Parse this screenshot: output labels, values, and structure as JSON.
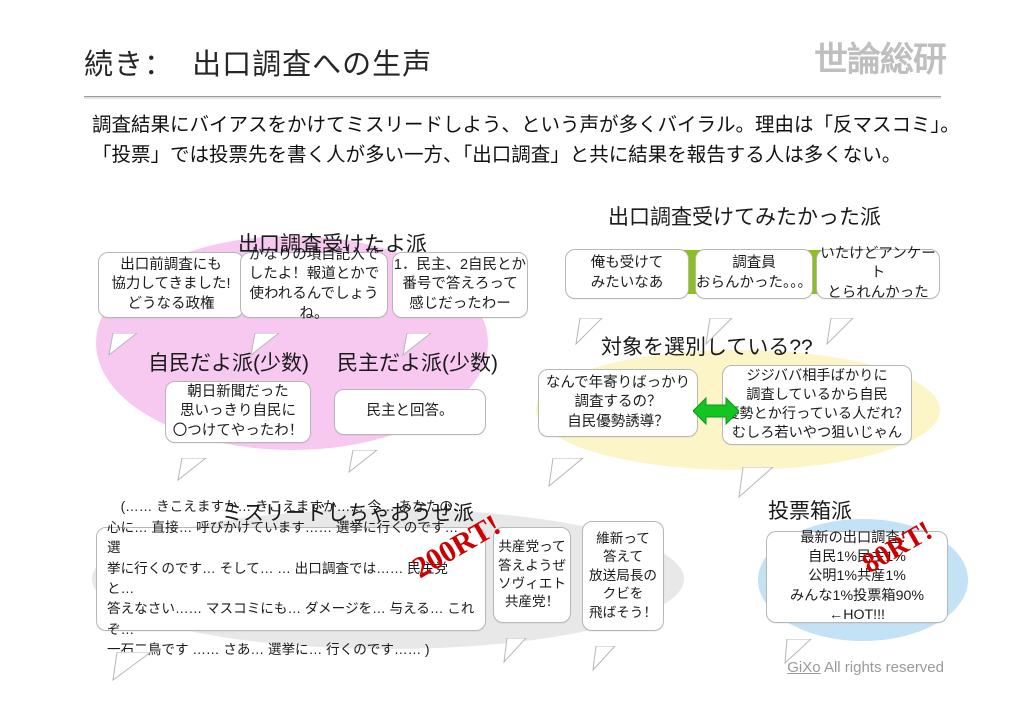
{
  "header": {
    "title": "続き：  出口調査への生声",
    "logo": "世論総研",
    "lede": "調査結果にバイアスをかけてミスリードしよう、という声が多くバイラル。理由は「反マスコミ」。\n「投票」では投票先を書く人が多い一方、「出口調査」と共に結果を報告する人は多くない。"
  },
  "groups": {
    "exit_taken": {
      "heading": "出口調査受けたよ派",
      "bubbles": [
        "出口前調査にも\n協力してきました!\nどうなる政権",
        "かなりの項目記入で\nしたよ！報道とかで\n使われるんでしょうね。",
        "1．民主、2自民とか\n番号で答えろって\n感じだったわー"
      ]
    },
    "jimin": {
      "heading": "自民だよ派(少数)",
      "bubble": "朝日新聞だった\n思いっきり自民に\n〇つけてやったわ！"
    },
    "minshu": {
      "heading": "民主だよ派(少数)",
      "bubble": "民主と回答。"
    },
    "wanted": {
      "heading": "出口調査受けてみたかった派",
      "bubbles": [
        "俺も受けて\nみたいなあ",
        "調査員\nおらんかった。。。",
        "いたけどアンケート\nとられんかった"
      ]
    },
    "selection": {
      "heading": "対象を選別している??",
      "left_bubble": "なんで年寄りばっかり\n調査するの？\n自民優勢誘導？",
      "right_bubble": "ジジババ相手ばかりに\n調査しているから自民\n優勢とか行っている人だれ？\nむしろ若いやつ狙いじゃん",
      "arrow": "double-headed-arrow"
    },
    "mislead": {
      "heading": "ミスリードしちゃおうぜ派",
      "rt_badge": "200RT!",
      "main_bubble": "　(…… きこえますか… きこえますか…… 今… あなたの…\n心に… 直接… 呼びかけています…… 選挙に行くのです… 選\n挙に行くのです… そして… … 出口調査では…… 民主党と…\n答えなさい…… マスコミにも… ダメージを… 与える… これぞ…\n一石二鳥です …… さあ… 選挙に… 行くのです…… )",
      "side_bubbles": [
        "共産党って\n答えようぜ\nソヴィエト\n共産党！",
        "維新って\n答えて\n放送局長の\nクビを\n飛ばそう！"
      ]
    },
    "ballot_box": {
      "heading": "投票箱派",
      "rt_badge": "80RT!",
      "bubble": "最新の出口調査！\n自民1%民主1%\n公明1%共産1%\nみんな1%投票箱90%\n←HOT!!!"
    }
  },
  "footer": {
    "brand": "GiXo",
    "rights": " All rights reserved"
  },
  "colors": {
    "pink": "#f7c9f1",
    "green": "#8cbf1f",
    "yellow": "#fbf5c8",
    "gray": "#e8e8e8",
    "blue": "#c3e2f5",
    "arrow_green": "#13c422",
    "rt_red": "#cc0000",
    "logo_gray": "#bfbfbf"
  }
}
